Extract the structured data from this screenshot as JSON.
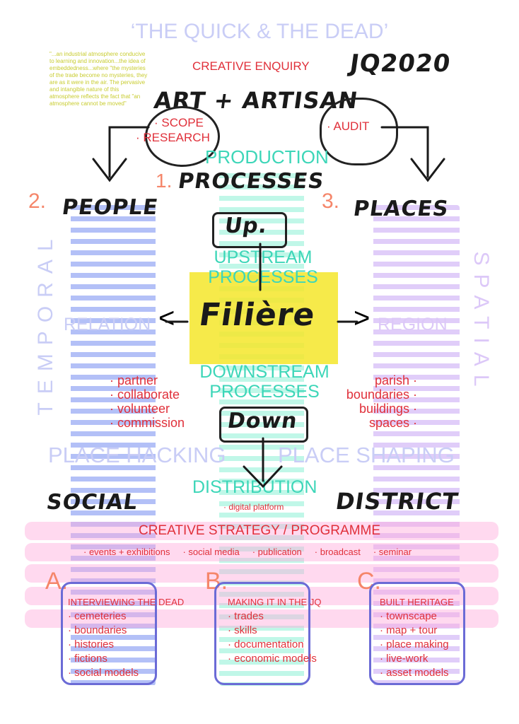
{
  "title": "‘THE QUICK & THE DEAD’",
  "quote": "\"...an industrial atmosphere conducive to learning and innovation...the idea of embeddedness...where \"the mysteries of the trade become no mysteries, they are as it were in the air. The pervasive and intangible nature of this atmosphere reflects the fact that \"an atmosphere cannot be moved\"",
  "creative_enquiry": "CREATIVE ENQUIRY",
  "jq2020": "JQ2020",
  "art_artisan": "ART + ARTISAN",
  "scope": "· SCOPE",
  "research": "· RESEARCH",
  "audit": "· AUDIT",
  "production": "PRODUCTION",
  "processes_hand": "PROCESSES",
  "num1": "1.",
  "num2": "2.",
  "num3": "3.",
  "people": "PEOPLE",
  "places": "PLACES",
  "temporal": "TEMPORAL",
  "spatial": "SPATIAL",
  "up": "Up.",
  "upstream": "UPSTREAM PROCESSES",
  "filiere": "Filière",
  "relation": "RELATION",
  "region": "REGION",
  "downstream": "DOWNSTREAM PROCESSES",
  "down": "Down",
  "people_items": [
    "partner",
    "collaborate",
    "volunteer",
    "commission"
  ],
  "place_items": [
    "parish",
    "boundaries",
    "buildings",
    "spaces"
  ],
  "place_hacking": "PLACE HACKING",
  "place_shaping": "PLACE SHAPING",
  "distribution": "DISTRIBUTION",
  "digital_platform": "· digital platform",
  "social": "SOCIAL",
  "district": "DISTRICT",
  "strategy": "CREATIVE STRATEGY / PROGRAMME",
  "channels": [
    "· events + exhibitions",
    "· social media",
    "· publication",
    "· broadcast",
    "· seminar"
  ],
  "sections": [
    {
      "letter": "A.",
      "title": "INTERVIEWING THE DEAD",
      "items": [
        "· cemeteries",
        "· boundaries",
        "· histories",
        "· fictions",
        "· social models"
      ]
    },
    {
      "letter": "B.",
      "title": "MAKING IT IN THE JQ",
      "items": [
        "· trades",
        "· skills",
        "· documentation",
        "· economic models"
      ]
    },
    {
      "letter": "C.",
      "title": "BUILT HERITAGE",
      "items": [
        "· townscape",
        "· map + tour",
        "· place making",
        "· live-work",
        "· asset models"
      ]
    }
  ],
  "colors": {
    "blue": "#aab8f5",
    "cyan": "#b8f5e6",
    "purple": "#dcc8f8",
    "red": "#e0303a",
    "orange": "#f5866a",
    "yellow": "#f5e62a"
  }
}
